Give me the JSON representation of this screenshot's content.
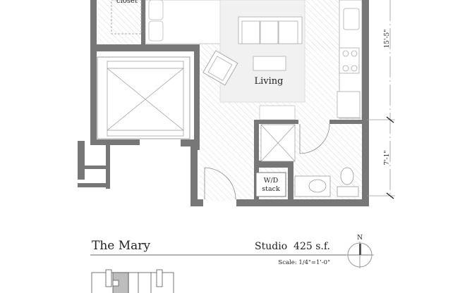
{
  "plan": {
    "rooms": {
      "closet": "closet",
      "living": "Living",
      "wd_line1": "W/D",
      "wd_line2": "stack"
    },
    "dimensions": {
      "upper": "15'-5\"",
      "lower": "7'-1\""
    }
  },
  "footer": {
    "unit_name": "The Mary",
    "unit_type": "Studio  425 s.f.",
    "scale": "Scale: 1/4\"=1'-0\"",
    "north": "N"
  },
  "colors": {
    "wall": "#777777",
    "rug": "#f1f1f1",
    "hatch": "#c8c8c8",
    "highlight_unit": "#bdbdbd"
  }
}
